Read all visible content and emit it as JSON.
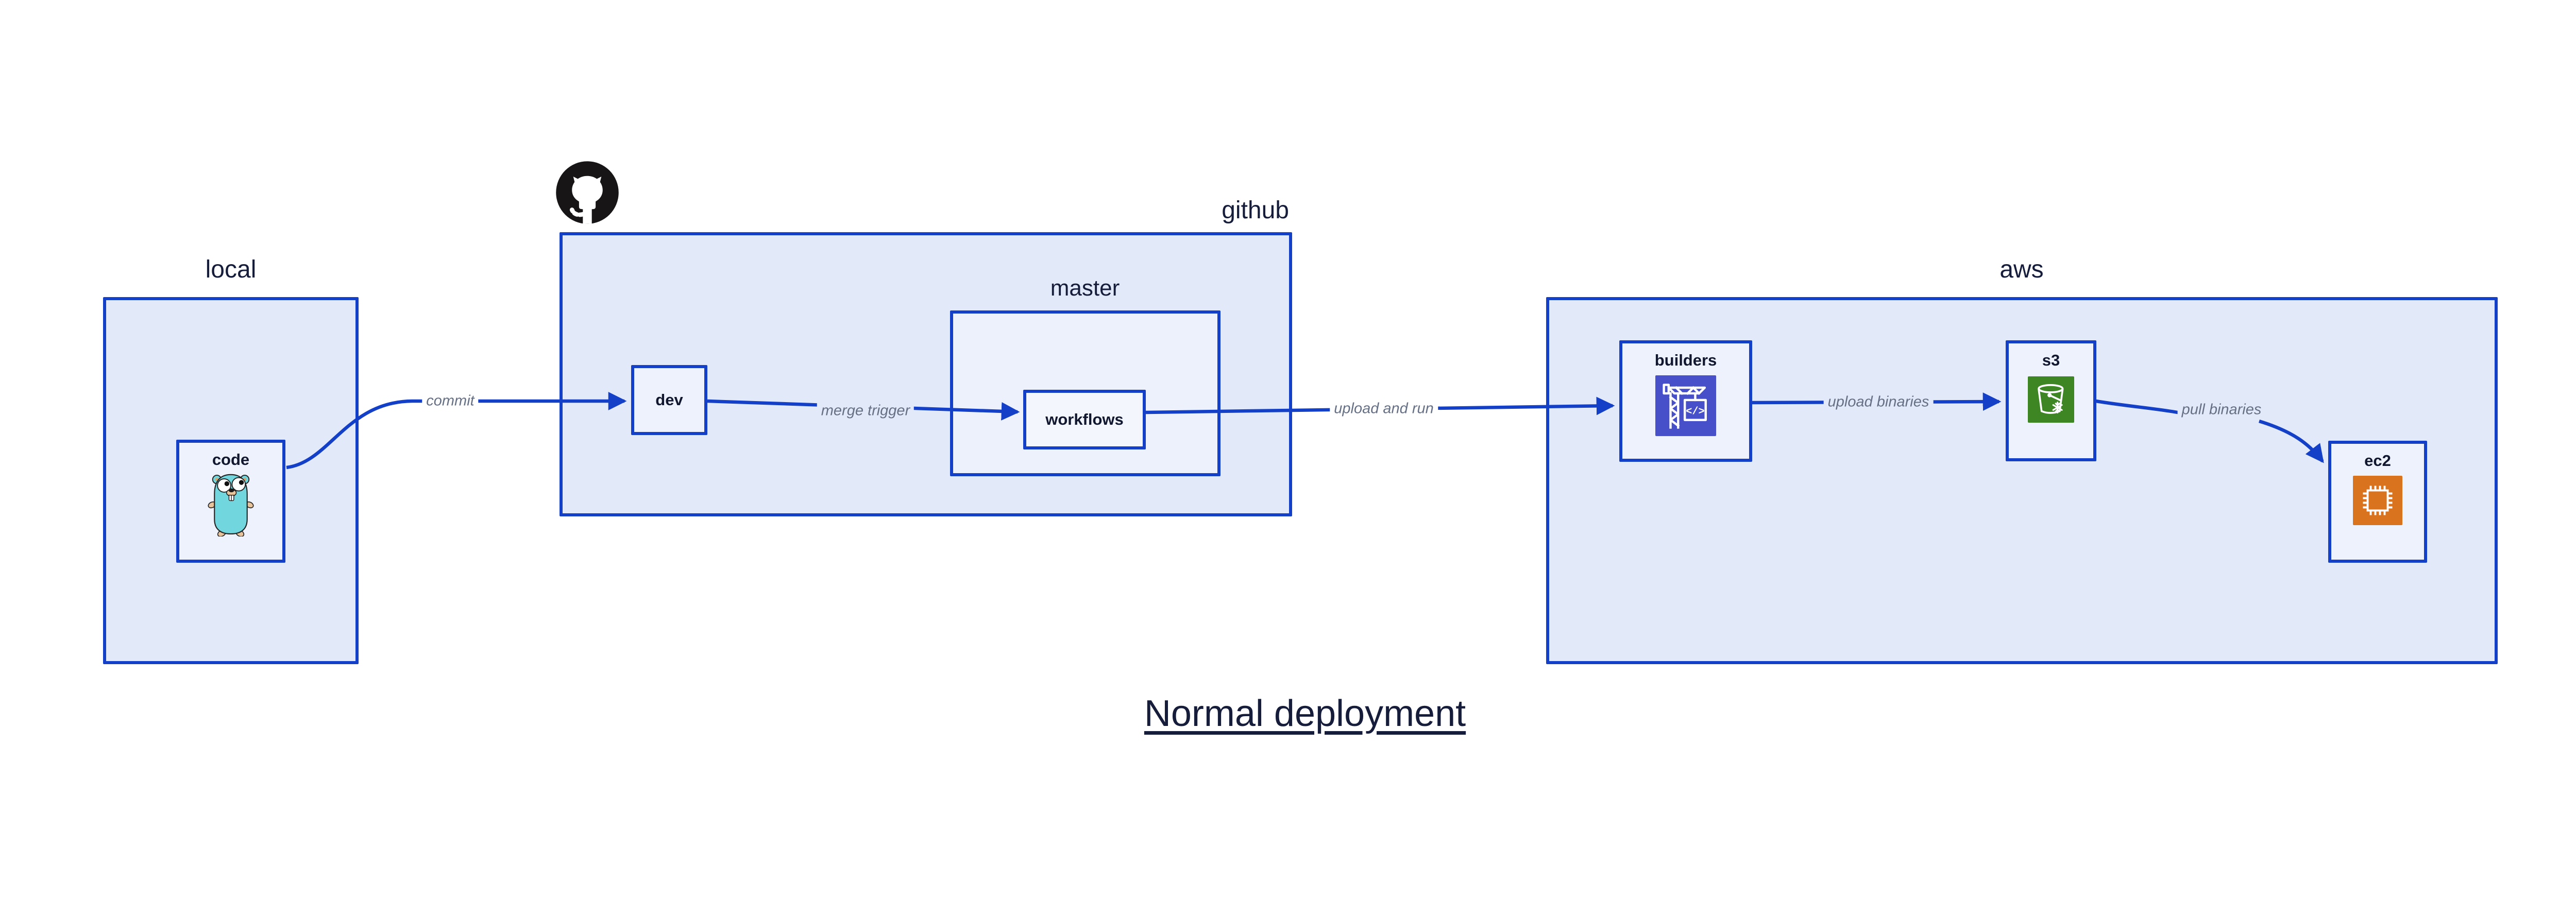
{
  "diagram": {
    "title": "Normal deployment",
    "containers": {
      "local": {
        "label": "local"
      },
      "github": {
        "label": "github",
        "logo_icon": "github-octocat-icon"
      },
      "master": {
        "label": "master"
      },
      "aws": {
        "label": "aws"
      }
    },
    "nodes": {
      "code": {
        "label": "code",
        "icon": "go-gopher-icon"
      },
      "dev": {
        "label": "dev"
      },
      "workflows": {
        "label": "workflows"
      },
      "builders": {
        "label": "builders",
        "icon": "aws-codebuild-icon"
      },
      "s3": {
        "label": "s3",
        "icon": "aws-s3-glacier-bucket-icon"
      },
      "ec2": {
        "label": "ec2",
        "icon": "aws-ec2-chip-icon"
      }
    },
    "edges": [
      {
        "label": "commit",
        "from": "code",
        "to": "dev"
      },
      {
        "label": "merge trigger",
        "from": "dev",
        "to": "workflows"
      },
      {
        "label": "upload and run",
        "from": "workflows",
        "to": "builders"
      },
      {
        "label": "upload binaries",
        "from": "builders",
        "to": "s3"
      },
      {
        "label": "pull binaries",
        "from": "s3",
        "to": "ec2"
      }
    ],
    "colors": {
      "border_blue": "#1440c8",
      "container_fill": "#e2e9f9",
      "master_fill": "#edf1fb",
      "node_fill": "#eef2fc",
      "label_navy": "#151d3b",
      "edge_label_gray": "#667085",
      "codebuild_indigo": "#4750c8",
      "s3_green": "#3e8624",
      "ec2_orange": "#d9731e",
      "github_black": "#171515",
      "gopher_teal": "#72d6de"
    }
  }
}
